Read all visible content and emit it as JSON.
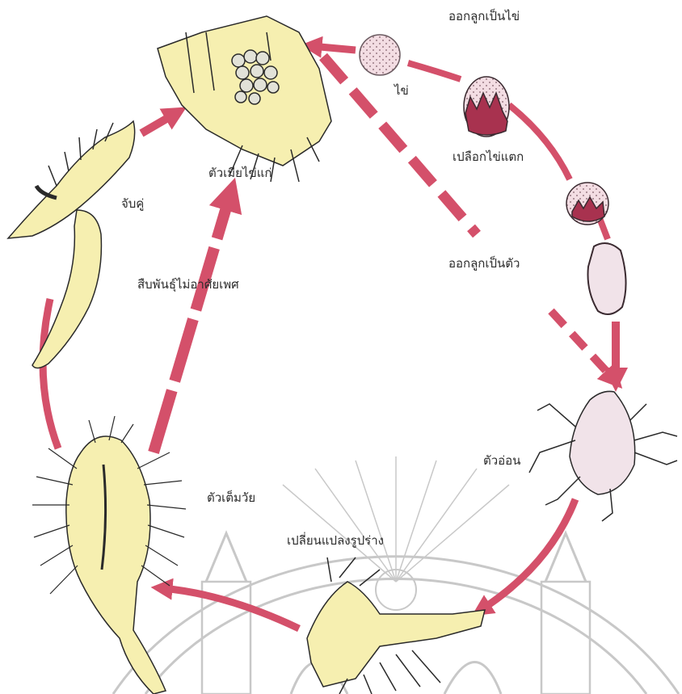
{
  "labels": {
    "oviparous": "ออกลูกเป็นไข่",
    "egg": "ไข่",
    "shell_cracking": "เปลือกไข่แตก",
    "viviparous": "ออกลูกเป็นตัว",
    "nauplius": "ตัวอ่อน",
    "metamorphosis": "เปลี่ยนแปลงรูปร่าง",
    "adult": "ตัวเต็มวัย",
    "parthenogenesis": "สืบพันธุ์ไม่อาศัยเพศ",
    "mating": "จับคู่",
    "gravid_female": "ตัวเมียไข่แก่"
  },
  "colors": {
    "arrow": "#d4506a",
    "organism_fill": "#f6efb0",
    "organism_stroke": "#2a2a2a",
    "egg_fill": "#f3dde3",
    "egg_cracked": "#a8324f",
    "nauplius_fill": "#f1e3e9",
    "watermark": "#c8c8c8"
  }
}
